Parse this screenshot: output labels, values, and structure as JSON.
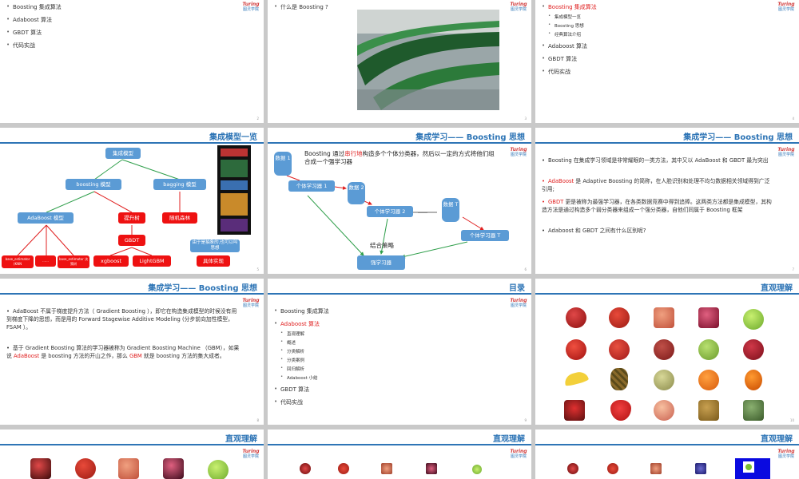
{
  "logo": {
    "brand": "Turing",
    "sub": "图灵学院"
  },
  "slide1": {
    "items": [
      "Boosting 集成算法",
      "Adaboost 算法",
      "GBDT 算法",
      "代码实战"
    ],
    "page": "2"
  },
  "slide2": {
    "bullet": "什么是 Boosting ?",
    "page": "3"
  },
  "slide3": {
    "items": [
      {
        "label": "Boosting 集成算法",
        "sub": [
          "集成模型一览",
          "Boosting 思想",
          "经典算法介绍"
        ]
      },
      {
        "label": "Adaboost 算法"
      },
      {
        "label": "GBDT 算法"
      },
      {
        "label": "代码实战"
      }
    ],
    "page": "4"
  },
  "slide4": {
    "title": "集成模型一览",
    "nodes": {
      "root": "集成模型",
      "boosting": "boosting 模型",
      "bagging": "bagging 模型",
      "adaboost": "AdaBoost 模型",
      "lift": "提升树",
      "rf": "随机森林",
      "gbdt": "GBDT",
      "xgboost": "xgboost",
      "lightgbm": "LightGBM",
      "est1": "base_estimator (KNN",
      "est2": "……",
      "est3": "base_estimator 决策树",
      "note": "由于是抽象的,也可以叫思想",
      "impl": "具体实现"
    },
    "page": "5"
  },
  "slide5": {
    "title": "集成学习—— Boosting 思想",
    "desc_pre": "Boosting 通过",
    "desc_hl": "串行地",
    "desc_post": "构造多个个体分类器，然后以一定的方式将他们组合成一个强学习器",
    "data1": "数据 1",
    "data2": "数据 2",
    "dataT": "数据 T",
    "l1": "个体学习器 1",
    "l2": "个体学习器 2",
    "lT": "个体学习器 T",
    "dots": "……",
    "combine": "结合策略",
    "strong": "强学习器",
    "page": "6"
  },
  "slide6": {
    "title": "集成学习—— Boosting 思想",
    "p1": "Boosting 在集成学习领域是非常耀眼的一类方法，其中又以 AdaBoost 和 GBDT 最为突出",
    "p2_hl": "AdaBoost",
    "p2": " 是 Adaptive Boosting 的简称，在人脸识别和处理不均匀数据相关领域得到广泛引用;",
    "p3_hl": "GBDT",
    "p3": " 更是被称为最强学习器，在各类数据竞赛中得到追捧。这两类方法都是集成模型，其构造方法是通过构造多个弱分类器来组成一个强分类器，自他们同属于 Boosting 框架",
    "p4": "Adaboost 和 GBDT 之间有什么区别呢?",
    "page": "7"
  },
  "slide7": {
    "title": "集成学习—— Boosting 思想",
    "p1": "AdaBoost 不属于梯度提升方法（ Gradient Boosting ），即它在构造集成模型的时候没有用到梯度下降的思想，而是用的  Forward Stagewise Additive Modeling   (分步前向加性模型，FSAM ）。",
    "p2_pre": "基于 Gradient Boosting 算法的学习器被称为 Gradient Boosting Machine （GBM），如果说 ",
    "p2_hl1": "AdaBoost",
    "p2_mid": " 是 boosting 方法的开山之作，那么 ",
    "p2_hl2": "GBM",
    "p2_post": " 就是 boosting 方法的集大成者。",
    "page": "8"
  },
  "slide8": {
    "title": "目录",
    "items": [
      {
        "label": "Boosting 集成算法"
      },
      {
        "label": "Adaboost 算法",
        "sub": [
          "直观理解",
          "概述",
          "分类解析",
          "分类案例",
          "回归解析",
          "Adaboost 小结"
        ]
      },
      {
        "label": "GBDT 算法"
      },
      {
        "label": "代码实战"
      }
    ],
    "page": "9"
  },
  "slide9": {
    "title": "直观理解",
    "page": "10"
  },
  "slide10": {
    "title": "直观理解"
  },
  "slide11": {
    "title": "直观理解"
  },
  "slide12": {
    "title": "直观理解"
  },
  "colors": {
    "accent": "#2e75b6",
    "red": "#e02020",
    "node_blue": "#5b9bd5",
    "node_red": "#ee1111"
  }
}
